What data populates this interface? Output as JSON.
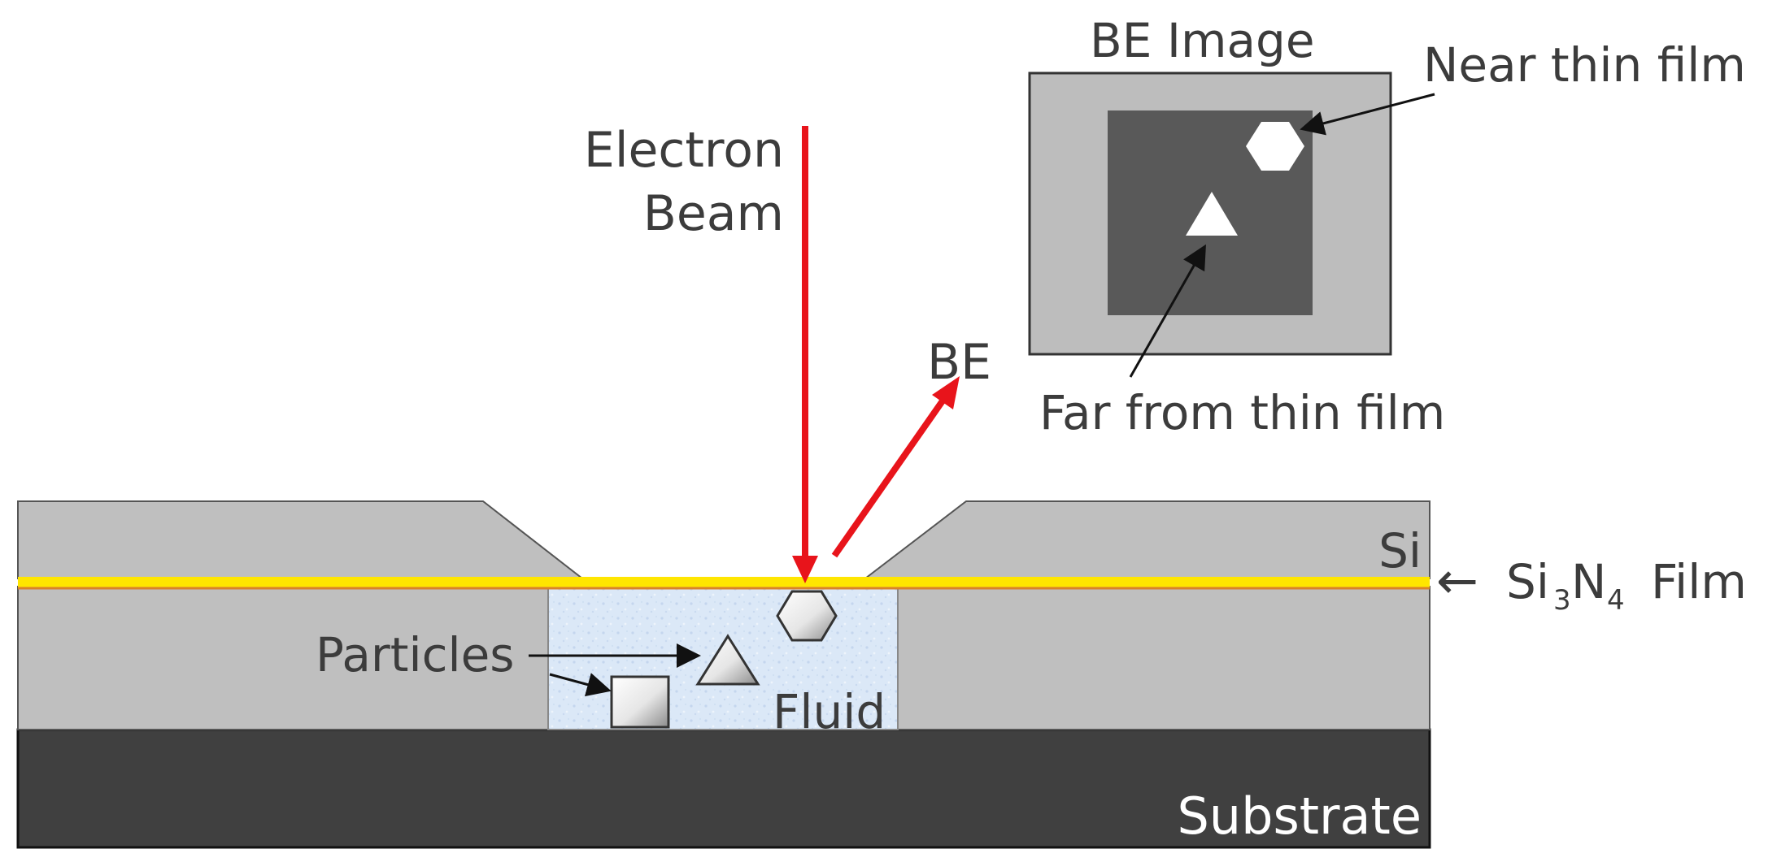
{
  "labels": {
    "electron_beam_line1": "Electron",
    "electron_beam_line2": "Beam",
    "be": "BE",
    "be_image_title": "BE Image",
    "near_thin_film": "Near thin film",
    "far_from_thin_film": "Far from thin film",
    "si": "Si",
    "film_arrow": "←",
    "film_si": "Si",
    "film_sub3": "3",
    "film_n": "N",
    "film_sub4": "4",
    "film_word": "Film",
    "particles": "Particles",
    "fluid": "Fluid",
    "substrate": "Substrate"
  },
  "colors": {
    "beam": "#e8141b",
    "film": "#ffe600",
    "film_edge": "#d9822b",
    "silicon": "#bfbfbf",
    "substrate": "#404040",
    "fluid": "#dbe8f7",
    "be_image_outer": "#bdbdbd",
    "be_image_inner": "#595959"
  }
}
